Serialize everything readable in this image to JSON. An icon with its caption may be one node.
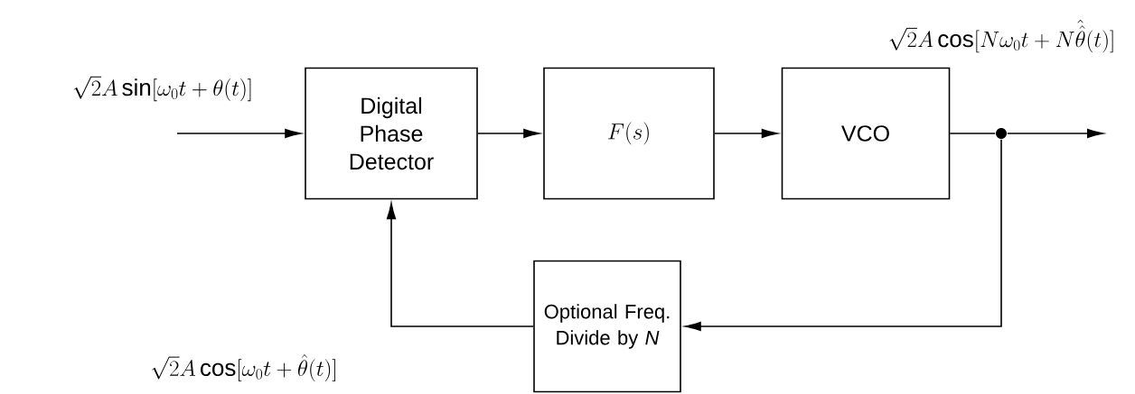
{
  "diagram": {
    "nodes": [
      {
        "text": [
          "Digital Phase Detector"
        ]
      },
      {
        "text": [
          "F(s)"
        ]
      },
      {
        "text": [
          "VCO"
        ]
      },
      {
        "text": [
          "Optional Freq. Divide by *N*"
        ]
      },
      {
        "text": [],
        "shape": "circle"
      }
    ],
    "edges": [
      {
        "from": null,
        "to": 0,
        "arrow": "to"
      },
      {
        "from": 0,
        "to": 1,
        "arrow": "to"
      },
      {
        "from": 1,
        "to": 2,
        "arrow": "to"
      },
      {
        "from": 2,
        "to": 4,
        "arrow": "none"
      },
      {
        "from": 4,
        "to": null,
        "arrow": "to"
      },
      {
        "from": 4,
        "to": 3,
        "arrow": "to"
      },
      {
        "from": 3,
        "to": 0,
        "arrow": "to"
      }
    ],
    "labels": [
      "\\sqrt{2}A\\sin[\\omega_0 t+\\theta(t)]",
      "\\sqrt{2}A\\cos[N\\omega_0 t+N\\hat{\\hat{\\theta}}(t)]",
      "\\sqrt{2}A\\cos[\\omega_0 t+\\hat{\\theta}(t)]"
    ]
  }
}
